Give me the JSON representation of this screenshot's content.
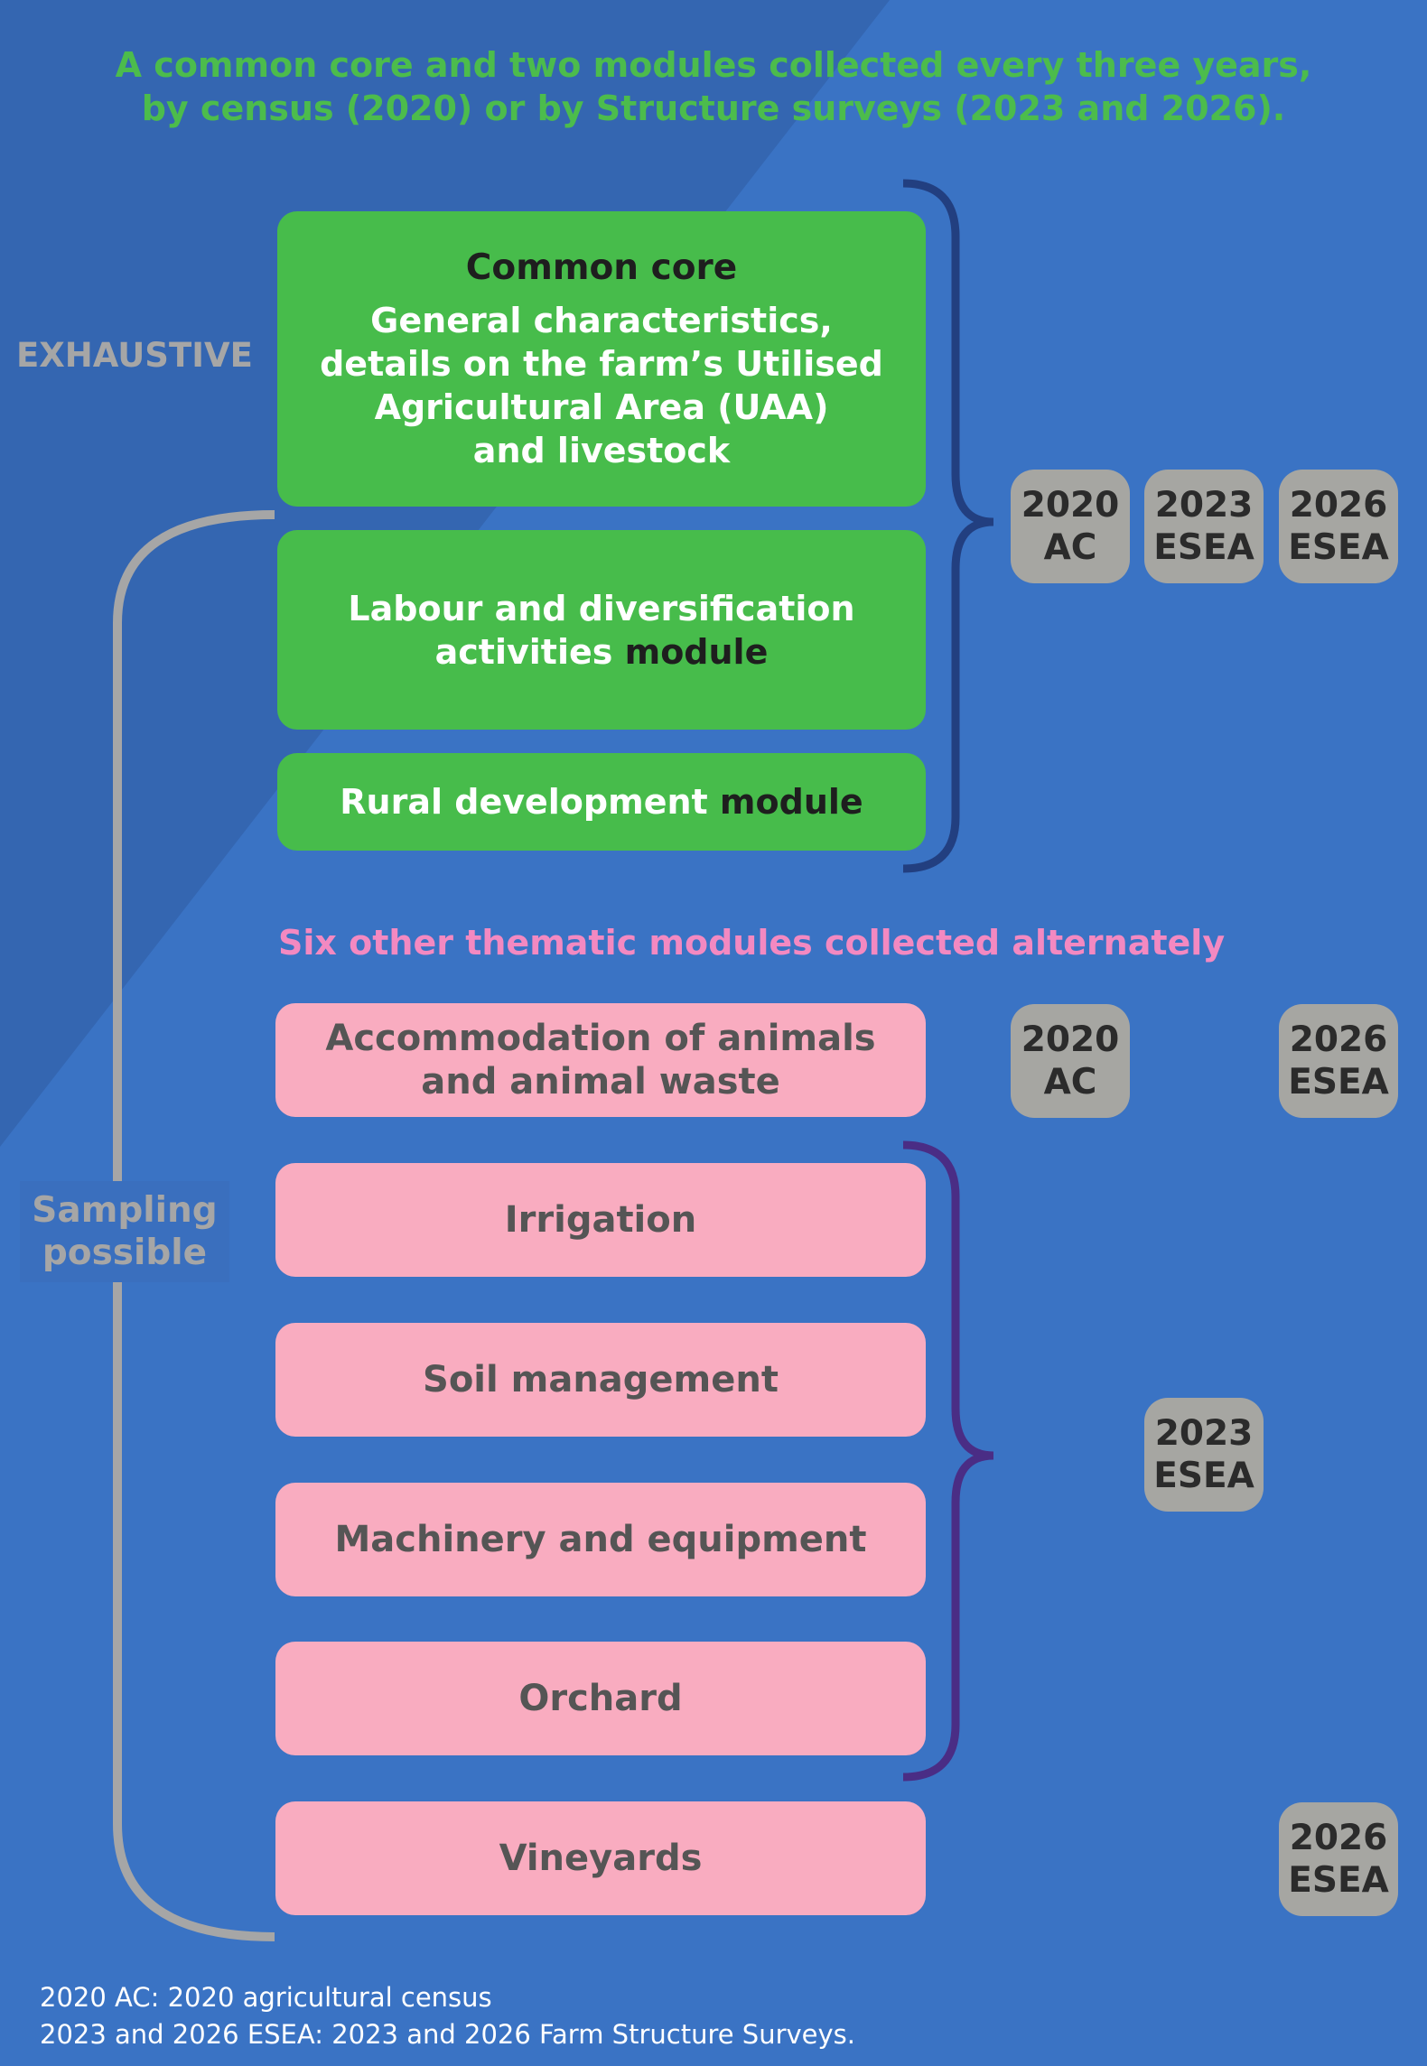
{
  "header": {
    "line1": "A common core and two modules collected every three years,",
    "line2": "by census (2020) or by Structure surveys (2023 and 2026)."
  },
  "left_labels": {
    "exhaustive": "EXHAUSTIVE",
    "sampling_line1": "Sampling",
    "sampling_line2": "possible"
  },
  "core_modules": {
    "common_core_title": "Common core",
    "common_core_line1": "General characteristics,",
    "common_core_line2": "details on the farm’s Utilised",
    "common_core_line3": "Agricultural Area (UAA)",
    "common_core_line4": "and livestock",
    "labour_line1": "Labour and diversification",
    "labour_line2_prefix": "activities ",
    "labour_line2_suffix": "module",
    "rural_prefix": "Rural development ",
    "rural_suffix": "module"
  },
  "thematic_heading": "Six other thematic modules collected alternately",
  "thematic_modules": {
    "accommodation_line1": "Accommodation of animals",
    "accommodation_line2": "and animal waste",
    "irrigation": "Irrigation",
    "soil": "Soil management",
    "machinery": "Machinery and equipment",
    "orchard": "Orchard",
    "vineyards": "Vineyards"
  },
  "badges": {
    "core_2020": {
      "year": "2020",
      "type": "AC"
    },
    "core_2023": {
      "year": "2023",
      "type": "ESEA"
    },
    "core_2026": {
      "year": "2026",
      "type": "ESEA"
    },
    "accom_2020": {
      "year": "2020",
      "type": "AC"
    },
    "accom_2026": {
      "year": "2026",
      "type": "ESEA"
    },
    "group_2023": {
      "year": "2023",
      "type": "ESEA"
    },
    "vine_2026": {
      "year": "2026",
      "type": "ESEA"
    }
  },
  "footnotes": {
    "line1": "2020 AC: 2020 agricultural census",
    "line2": "2023 and 2026 ESEA: 2023 and 2026 Farm Structure Surveys."
  },
  "colors": {
    "background": "#3a73c4",
    "background_triangle": "#3466b1",
    "green_box": "#47bc4b",
    "pink_box": "#f9acc0",
    "badge": "#a6a6a2",
    "header_text": "#4cbc4c",
    "pink_heading": "#f389c1",
    "navy_brace": "#223f80",
    "purple_brace": "#4a2d85",
    "grey_bracket": "#a6a6a6"
  }
}
